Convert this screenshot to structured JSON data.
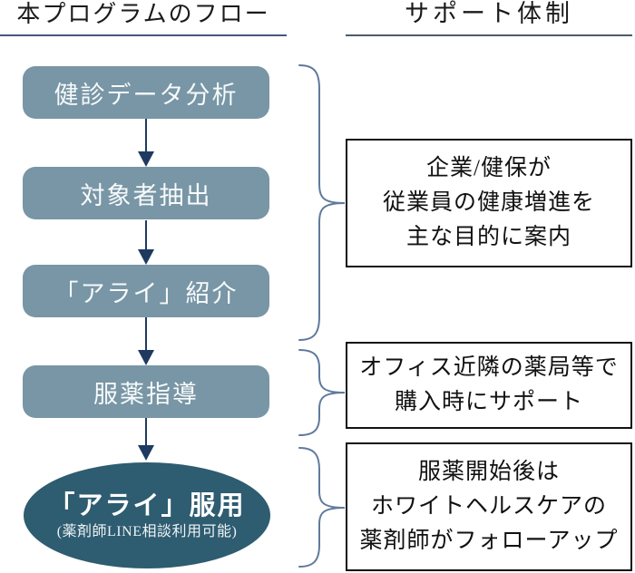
{
  "flow_column": {
    "title": "本プログラムのフロー",
    "steps": [
      "健診データ分析",
      "対象者抽出",
      "「アライ」紹介",
      "服薬指導"
    ],
    "final": {
      "label": "「アライ」服用",
      "note": "(薬剤師LINE相談利用可能)"
    }
  },
  "support_column": {
    "title": "サポート体制",
    "notes": [
      {
        "lines": [
          "企業/健保が",
          "従業員の健康増進を",
          "主な目的に案内"
        ]
      },
      {
        "lines": [
          "オフィス近隣の薬局等で",
          "購入時にサポート"
        ]
      },
      {
        "lines": [
          "服薬開始後は",
          "ホワイトヘルスケアの",
          "薬剤師がフォローアップ"
        ]
      }
    ]
  },
  "colors": {
    "step_fill": "#7896A5",
    "final_fill": "#2E5C70",
    "arrow": "#1F3A60",
    "brace": "#5F7A9D",
    "underline_left": "#44597A",
    "underline_right": "#4D5A6B",
    "note_border": "#111111",
    "step_text": "#F7FAFB",
    "note_text": "#111111"
  }
}
